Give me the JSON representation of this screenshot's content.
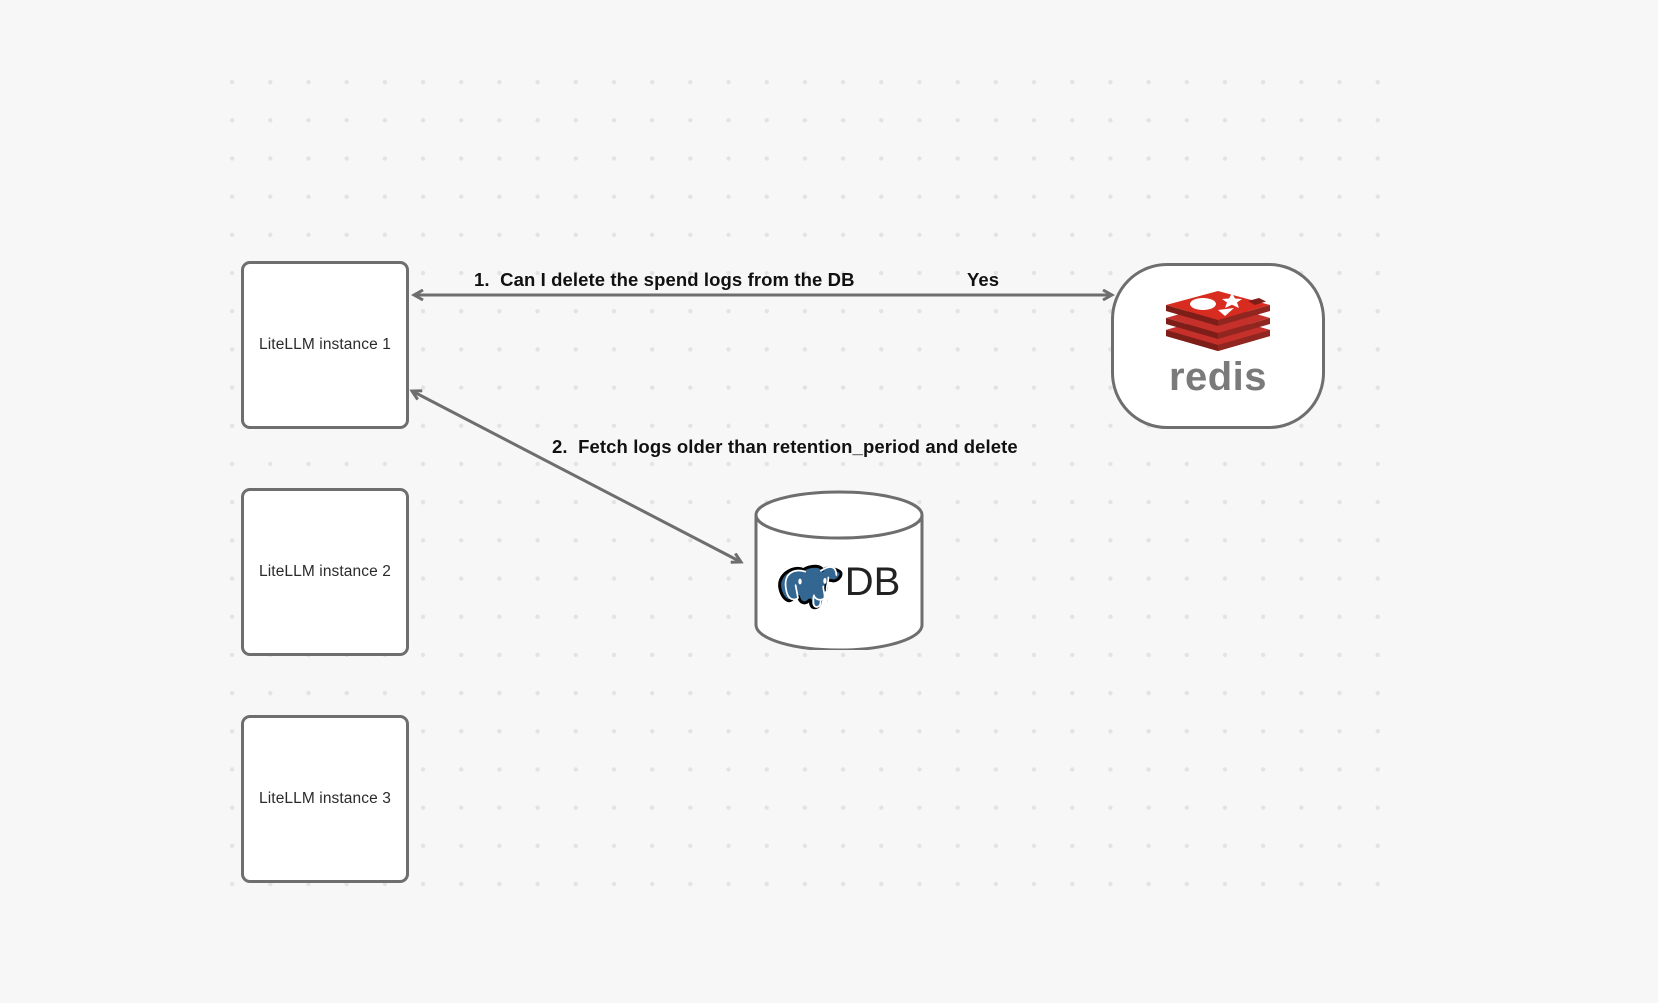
{
  "diagram": {
    "title": "LiteLLM spend log deletion flow",
    "background_color": "#f7f7f7",
    "grid": "dot-grid",
    "stroke_color": "#6e6e6e"
  },
  "nodes": [
    {
      "id": "instance-1",
      "label": "LiteLLM instance 1",
      "shape": "rounded-rect"
    },
    {
      "id": "instance-2",
      "label": "LiteLLM instance 2",
      "shape": "rounded-rect"
    },
    {
      "id": "instance-3",
      "label": "LiteLLM instance 3",
      "shape": "rounded-rect"
    },
    {
      "id": "redis",
      "label": "redis",
      "shape": "stadium",
      "icon": "redis-logo-icon",
      "color": "#d82c20"
    },
    {
      "id": "database",
      "label": "DB",
      "shape": "cylinder",
      "icon": "postgresql-elephant-icon",
      "color": "#336791"
    }
  ],
  "edges": [
    {
      "id": "edge-1",
      "from": "instance-1",
      "to": "redis",
      "label": "1.  Can I delete the spend logs from the DB",
      "reply_label": "Yes",
      "direction": "bidirectional"
    },
    {
      "id": "edge-2",
      "from": "database",
      "to": "instance-1",
      "label": "2.  Fetch logs older than retention_period and delete",
      "direction": "bidirectional"
    }
  ],
  "labels": {
    "step_1": "1.  Can I delete the spend logs from the DB",
    "yes": "Yes",
    "step_2": "2.  Fetch logs older than retention_period and delete",
    "db_text": "DB",
    "redis_wordmark": "redis"
  }
}
